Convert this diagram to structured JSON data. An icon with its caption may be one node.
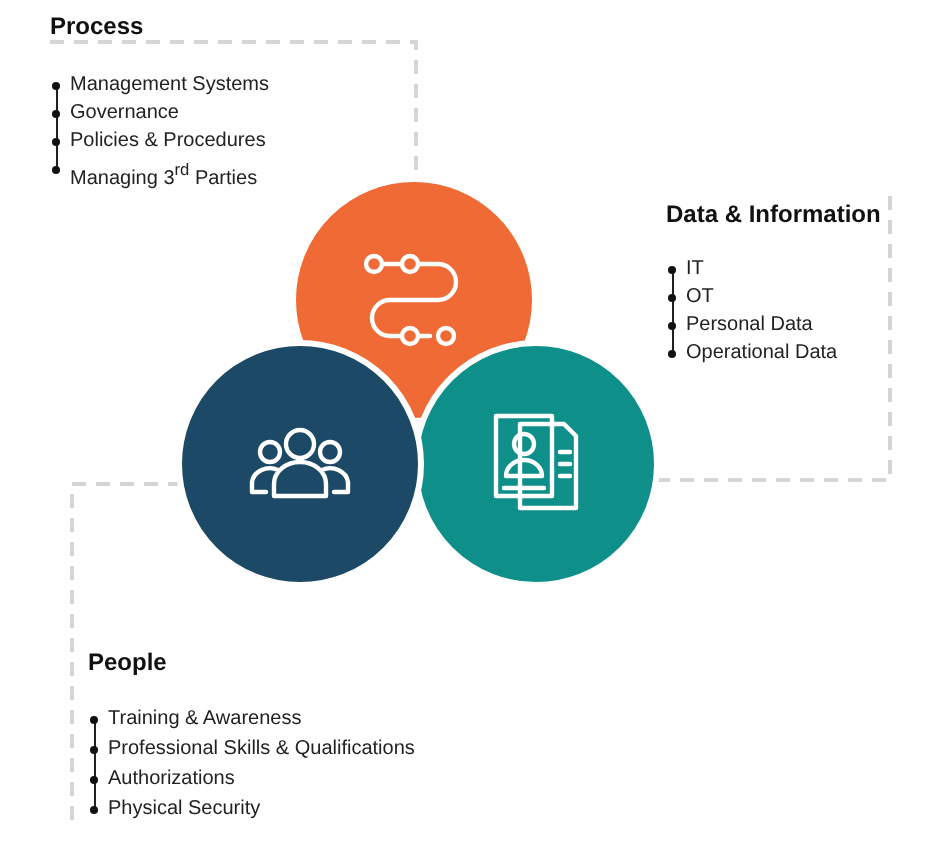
{
  "diagram": {
    "nodes": [
      {
        "text": [
          "Process",
          "Management Systems",
          "Governance",
          "Policies & Procedures",
          "Managing 3$^{rd}$ Parties"
        ]
      },
      {
        "text": [],
        "shape": "circle"
      },
      {
        "text": [
          "Data & Information",
          "IT",
          "OT",
          "Personal Data",
          "Operational Data"
        ]
      },
      {
        "text": [],
        "shape": "circle"
      },
      {
        "text": [
          "People",
          "Training & Awareness",
          "Professional Skills & Qualifications",
          "Authorizations",
          "Physical Security"
        ]
      },
      {
        "text": [],
        "shape": "circle"
      }
    ],
    "edges": [
      {
        "from": 0,
        "to": 1,
        "arrow": "none",
        "style": "dashed"
      },
      {
        "from": 2,
        "to": 3,
        "arrow": "none",
        "style": "dashed"
      },
      {
        "from": 4,
        "to": 5,
        "arrow": "none",
        "style": "dashed"
      }
    ]
  }
}
